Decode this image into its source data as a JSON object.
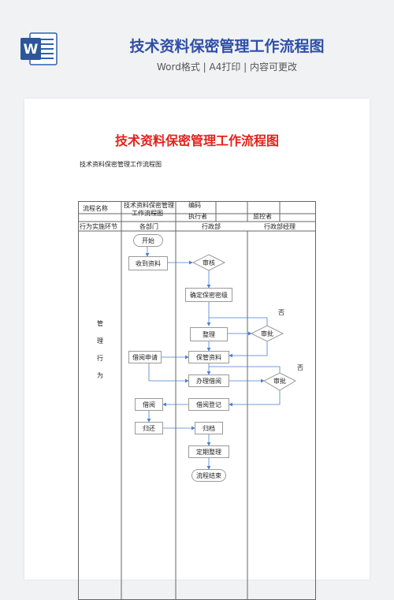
{
  "header": {
    "icon": "word-document-icon",
    "title": "技术资料保密管理工作流程图",
    "subtitle": "Word格式 | A4打印 | 内容可更改"
  },
  "page": {
    "title": "技术资料保密管理工作流程图",
    "caption": "技术资料保密管理工作流程图"
  },
  "table": {
    "row1": {
      "name_label": "流程名称",
      "name_value_line1": "技术资料保密管理",
      "name_value_line2": "工作流程图",
      "code_label": "编码",
      "executor_label": "执行者",
      "supervisor_label": "监控者"
    },
    "row2": {
      "stage_label": "行为实施环节",
      "col1": "各部门",
      "col2": "行政部",
      "col3": "行政部经理"
    },
    "side_label": [
      "管",
      "理",
      "行",
      "为"
    ]
  },
  "flow": {
    "start": "开始",
    "receive": "收到资料",
    "review": "审核",
    "set_level": "确定保密密级",
    "organize": "整理",
    "approve1": "审批",
    "no1": "否",
    "borrow_apply": "借阅申请",
    "keep": "保管资料",
    "handle_borrow": "办理借阅",
    "no2": "否",
    "approve2": "审批",
    "borrow": "借阅",
    "borrow_register": "借阅登记",
    "return": "归还",
    "archive": "归档",
    "periodic": "定期整理",
    "end": "流程结束"
  },
  "colors": {
    "accent_blue": "#2f4fa6",
    "title_red": "#e3211c",
    "arrow_blue": "#4a7fd0"
  }
}
